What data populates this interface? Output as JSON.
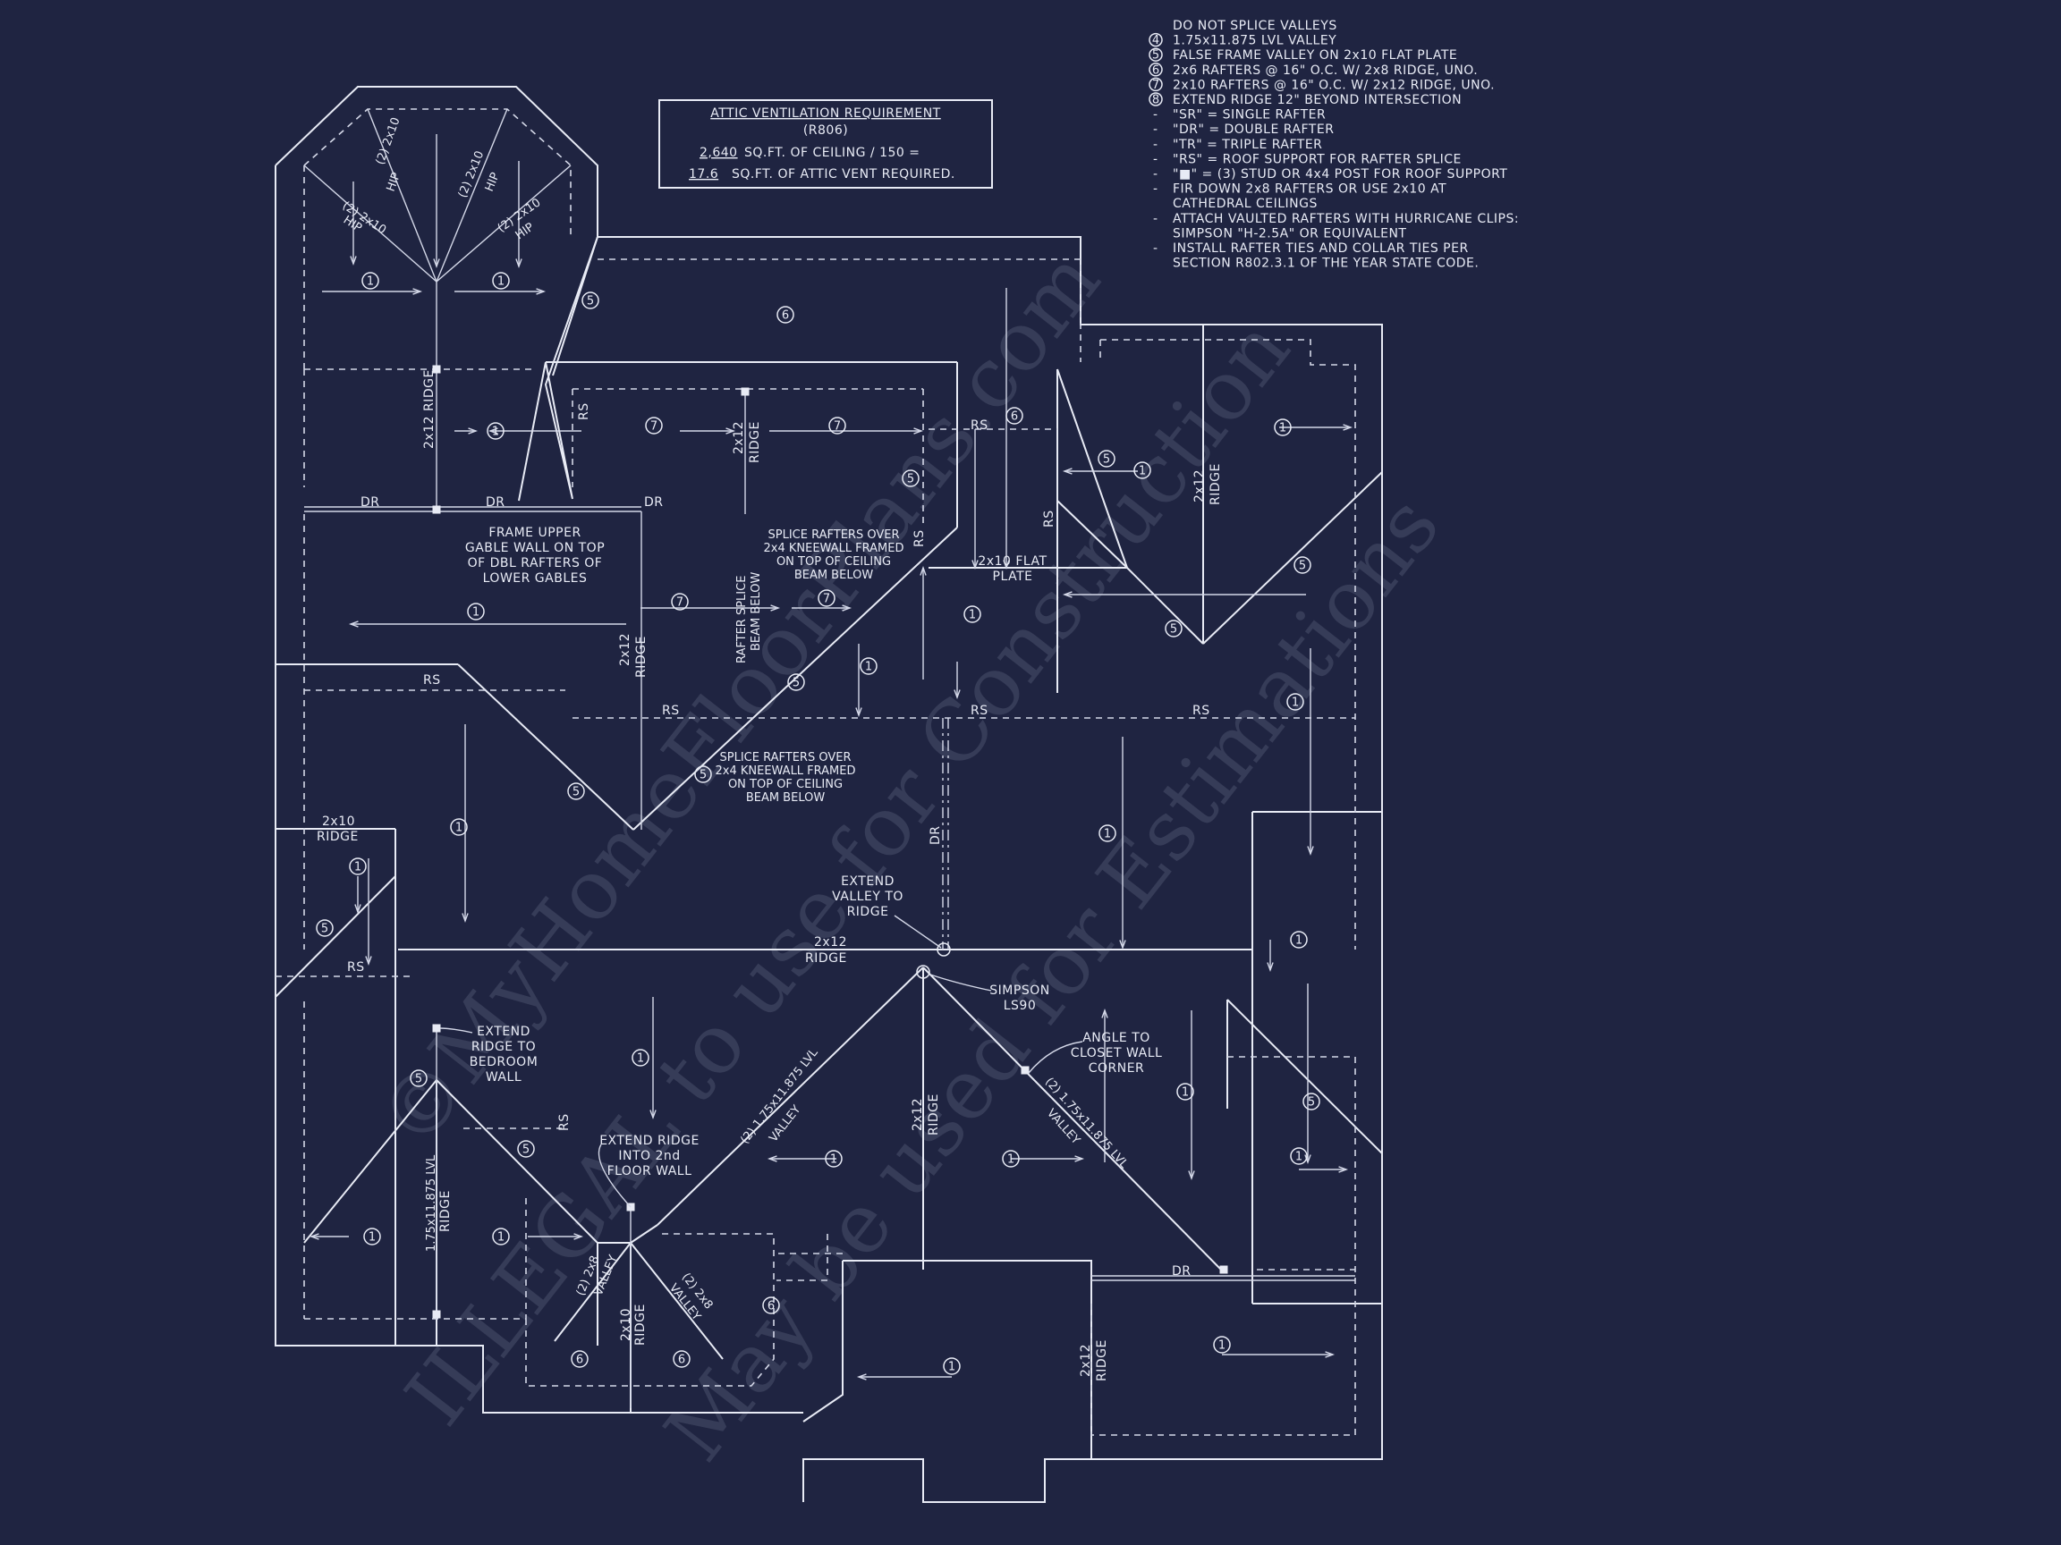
{
  "ventilation": {
    "title": "ATTIC VENTILATION REQUIREMENT",
    "code": "(R806)",
    "line1_value": "2,640",
    "line1_text": "SQ.FT. OF CEILING / 150 =",
    "line2_value": "17.6",
    "line2_text": "SQ.FT. OF ATTIC VENT REQUIRED."
  },
  "notes": [
    "DO NOT SPLICE VALLEYS",
    "1.75x11.875 LVL VALLEY",
    "FALSE FRAME VALLEY ON 2x10 FLAT PLATE",
    "2x6 RAFTERS @ 16\" O.C. W/ 2x8 RIDGE, UNO.",
    "2x10 RAFTERS @ 16\" O.C. W/ 2x12 RIDGE, UNO.",
    "EXTEND RIDGE 12\" BEYOND INTERSECTION",
    "\"SR\" = SINGLE RAFTER",
    "\"DR\" = DOUBLE RAFTER",
    "\"TR\" = TRIPLE RAFTER",
    "\"RS\" = ROOF SUPPORT FOR RAFTER SPLICE",
    "\"■\" = (3) STUD OR 4x4 POST FOR ROOF SUPPORT",
    "FIR DOWN 2x8 RAFTERS OR USE 2x10 AT",
    "CATHEDRAL CEILINGS",
    "ATTACH VAULTED RAFTERS WITH HURRICANE CLIPS:",
    "SIMPSON \"H-2.5A\" OR EQUIVALENT",
    "INSTALL RAFTER TIES AND COLLAR TIES PER",
    "SECTION R802.3.1 OF THE YEAR STATE CODE."
  ],
  "note_markers": [
    "",
    "4",
    "5",
    "6",
    "7",
    "8",
    "-",
    "-",
    "-",
    "-",
    "-",
    "-",
    "",
    "-",
    "",
    "-",
    ""
  ],
  "labels": {
    "dr": "DR",
    "rs": "RS",
    "ridge_2x12": "2x12 RIDGE",
    "ridge_2x12_short": "2x12",
    "ridge_word": "RIDGE",
    "ridge_2x10": "2x10",
    "hip": "HIP",
    "hip_2x10": "(2) 2x10",
    "frame_upper": [
      "FRAME UPPER",
      "GABLE WALL ON TOP",
      "OF DBL RAFTERS OF",
      "LOWER GABLES"
    ],
    "splice_rafters_1": [
      "SPLICE RAFTERS OVER",
      "2x4 KNEEWALL FRAMED",
      "ON TOP OF CEILING",
      "BEAM BELOW"
    ],
    "splice_rafters_2": [
      "SPLICE RAFTERS OVER",
      "2x4 KNEEWALL FRAMED",
      "ON TOP OF CEILING",
      "BEAM BELOW"
    ],
    "rafter_splice": [
      "RAFTER SPLICE",
      "BEAM BELOW"
    ],
    "flat_plate": [
      "2x10 FLAT",
      "PLATE"
    ],
    "extend_valley": [
      "EXTEND",
      "VALLEY TO",
      "RIDGE"
    ],
    "simpson": [
      "SIMPSON",
      "LS90"
    ],
    "angle_closet": [
      "ANGLE TO",
      "CLOSET WALL",
      "CORNER"
    ],
    "extend_bedroom": [
      "EXTEND",
      "RIDGE TO",
      "BEDROOM",
      "WALL"
    ],
    "extend_2nd_floor": [
      "EXTEND RIDGE",
      "INTO 2nd",
      "FLOOR WALL"
    ],
    "lvl_valley": [
      "(2) 1.75x11.875 LVL",
      "VALLEY"
    ],
    "lvl_ridge": [
      "1.75x11.875 LVL",
      "RIDGE"
    ],
    "valley_2x8": [
      "(2) 2x8",
      "VALLEY"
    ],
    "tags": {
      "t1": "1",
      "t5": "5",
      "t6": "6",
      "t7": "7"
    }
  },
  "watermark": [
    "©MyHomeFloorPlans.com",
    "ILLEGAL to use for Construction",
    "May be used for Estimations"
  ]
}
